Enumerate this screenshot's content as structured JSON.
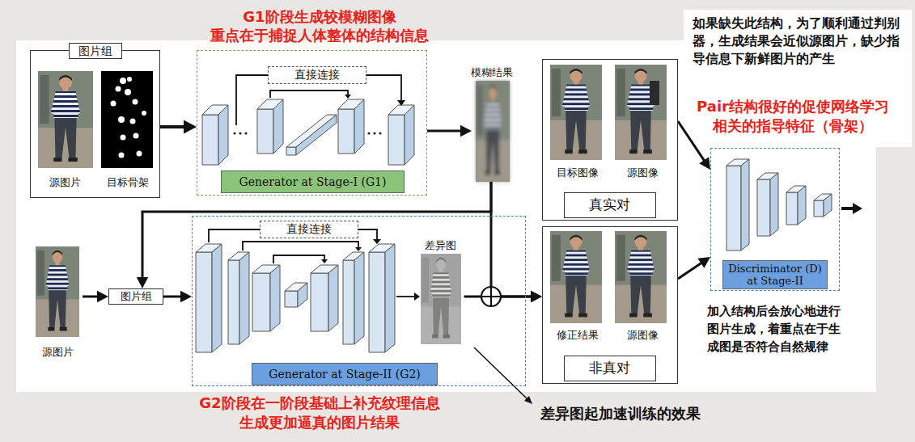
{
  "diagram": {
    "nodes": [
      {
        "text": [
          "图片组",
          "源图片",
          "目标骨架"
        ]
      },
      {
        "text": [
          "Generator at Stage-I (G1)"
        ]
      },
      {
        "text": [
          "直接连接"
        ],
        "in": 1
      },
      {
        "text": [
          "模糊结果"
        ]
      },
      {
        "text": [
          "目标图像",
          "源图像"
        ]
      },
      {
        "text": [
          "真实对"
        ],
        "in": 4
      },
      {
        "text": [
          "Discriminator (D) at Stage-II"
        ]
      },
      {
        "text": [
          "源图片"
        ]
      },
      {
        "text": [
          "图片组"
        ]
      },
      {
        "text": [
          "Generator at Stage-II (G2)"
        ]
      },
      {
        "text": [
          "直接连接"
        ],
        "in": 9
      },
      {
        "text": [
          "差异图"
        ],
        "in": 9
      },
      {
        "text": [
          "修正结果",
          "源图像"
        ]
      },
      {
        "text": [
          "非真对"
        ],
        "in": 12
      }
    ],
    "edges": [
      {
        "from": 0,
        "to": 1,
        "arrow": "to"
      },
      {
        "from": 1,
        "to": 3,
        "arrow": "to"
      },
      {
        "from": 3,
        "to": 8,
        "arrow": "to"
      },
      {
        "from": 3,
        "to": 12,
        "arrow": "to"
      },
      {
        "from": 11,
        "to": 12,
        "arrow": "to"
      },
      {
        "from": 7,
        "to": 8,
        "arrow": "to"
      },
      {
        "from": 8,
        "to": 9,
        "arrow": "to"
      },
      {
        "from": 4,
        "to": 6,
        "arrow": "to"
      },
      {
        "from": 12,
        "to": 6,
        "arrow": "to"
      }
    ],
    "labels": [
      "G1阶段生成较模糊图像",
      "重点在于捕捉人体整体的结构信息",
      "如果缺失此结构，为了顺利通过判别器，生成结果会近似源图片，缺少指导信息下新鲜图片的产生",
      "Pair结构很好的促使网络学习相关的指导特征（骨架）",
      "加入结构后会放心地进行图片生成，着重点在于生成图是否符合自然规律",
      "G2阶段在一阶段基础上补充纹理信息",
      "生成更加逼真的图片结果",
      "差异图起加速训练的效果"
    ]
  }
}
